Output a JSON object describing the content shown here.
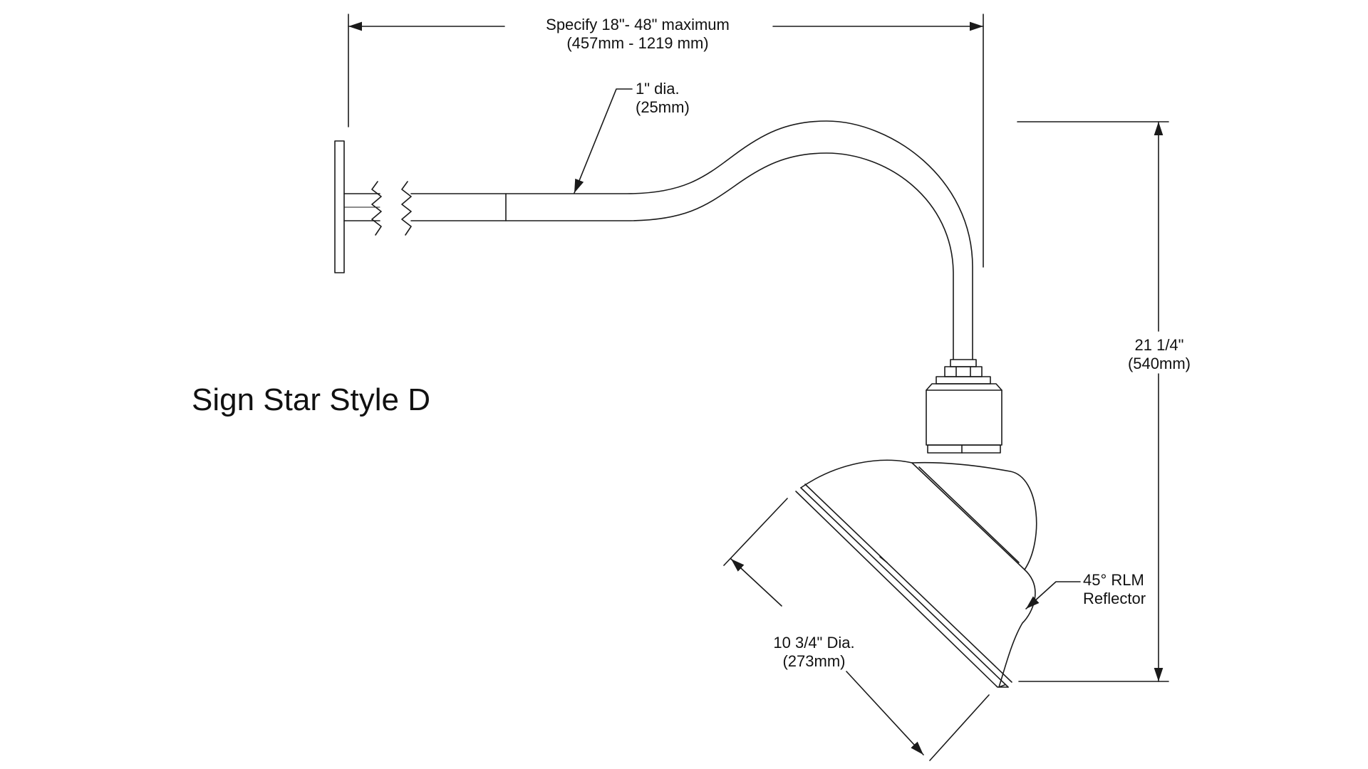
{
  "title": "Sign Star Style D",
  "dimensions": {
    "arm_span": {
      "line1": "Specify 18\"- 48\" maximum",
      "line2": "(457mm - 1219 mm)"
    },
    "tube_diameter": {
      "line1": "1\" dia.",
      "line2": "(25mm)"
    },
    "height": {
      "line1": "21 1/4\"",
      "line2": "(540mm)"
    },
    "shade_diameter": {
      "line1": "10 3/4\" Dia.",
      "line2": "(273mm)"
    }
  },
  "callouts": {
    "reflector": {
      "line1": "45° RLM",
      "line2": "Reflector"
    }
  },
  "colors": {
    "line": "#1a1a1a",
    "background": "#ffffff"
  }
}
